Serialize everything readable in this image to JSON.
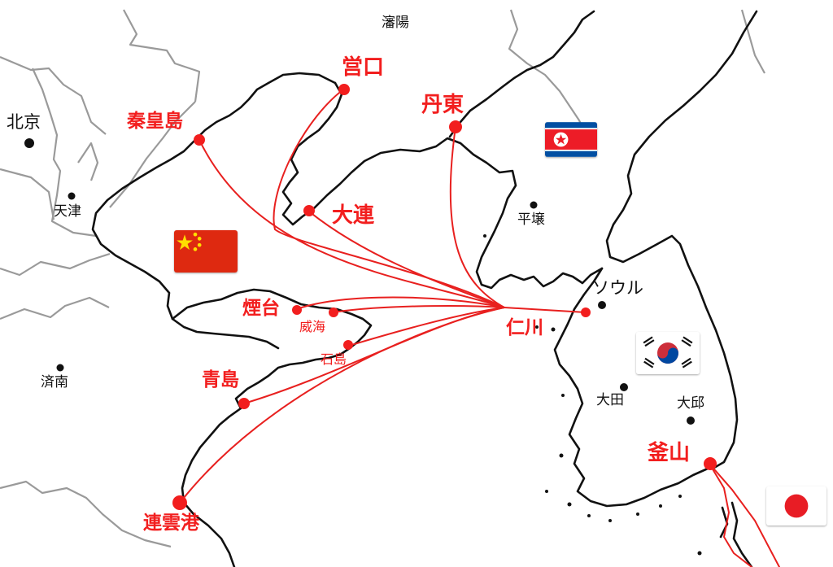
{
  "ports": {
    "yingkou": "営口",
    "qinhuangdao": "秦皇島",
    "dandong": "丹東",
    "dalian": "大連",
    "yantai": "煙台",
    "weihai": "威海",
    "shidao": "石島",
    "qingdao": "青島",
    "lianyungang": "連雲港",
    "incheon": "仁川",
    "busan": "釜山"
  },
  "cities": {
    "shenyang": "瀋陽",
    "beijing": "北京",
    "tianjin": "天津",
    "jinan": "済南",
    "pyongyang": "平壌",
    "seoul": "ソウル",
    "daejeon": "大田",
    "daegu": "大邱"
  },
  "flags": {
    "china": "china-flag-icon",
    "north_korea": "north-korea-flag-icon",
    "south_korea": "south-korea-flag-icon",
    "japan": "japan-flag-icon"
  },
  "colors": {
    "route": "#e8201f",
    "port": "#f21e1e",
    "coast": "#111111",
    "border": "#9a9a9a"
  }
}
